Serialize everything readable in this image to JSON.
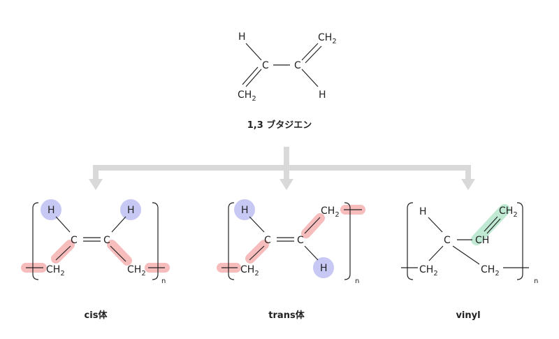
{
  "top": {
    "h1": "H",
    "c1": "C",
    "c2": "C",
    "ch2a": "CH",
    "ch2b": "CH",
    "h2": "H",
    "sub": "2",
    "name": "1,3 ブタジエン"
  },
  "cis": {
    "h1": "H",
    "h2": "H",
    "c1": "C",
    "c2": "C",
    "ch": "CH",
    "sub": "2",
    "n": "n",
    "name": "cis体"
  },
  "trans": {
    "h1": "H",
    "h2": "H",
    "c1": "C",
    "c2": "C",
    "ch": "CH",
    "sub": "2",
    "n": "n",
    "name": "trans体"
  },
  "vinyl": {
    "h": "H",
    "c": "C",
    "ch_side": "CH",
    "ch": "CH",
    "sub": "2",
    "n": "n",
    "name": "vinyl"
  },
  "colors": {
    "hydrogen_highlight": "#c8c8f5",
    "bond_highlight": "#f7b5b5",
    "vinyl_highlight": "#bfe9d2",
    "arrow": "#d9d9d9"
  }
}
